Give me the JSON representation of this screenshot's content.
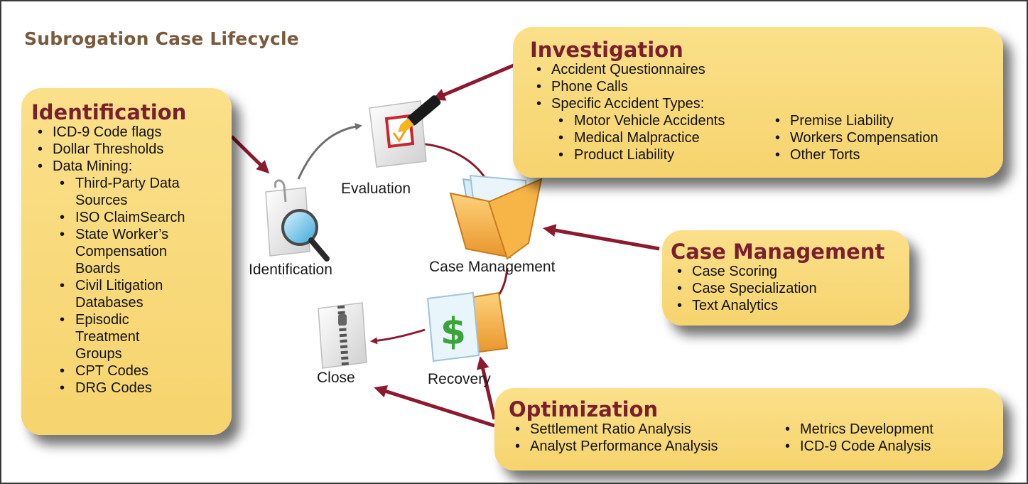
{
  "title": "Subrogation Case Lifecycle",
  "colors": {
    "title": "#7a5a3c",
    "heading": "#7a1f2e",
    "box": "#f8d878",
    "arrow": "#8b1a2e",
    "cycle_arrow": "#707070"
  },
  "nodes": {
    "evaluation": {
      "label": "Evaluation",
      "icon": "checklist-pen-icon"
    },
    "identification": {
      "label": "Identification",
      "icon": "magnifier-document-icon"
    },
    "case_management": {
      "label": "Case Management",
      "icon": "open-folder-icon"
    },
    "recovery": {
      "label": "Recovery",
      "icon": "dollar-folder-icon"
    },
    "close": {
      "label": "Close",
      "icon": "zipper-document-icon"
    }
  },
  "boxes": {
    "identification": {
      "heading": "Identification",
      "items": [
        "ICD-9 Code flags",
        "Dollar Thresholds",
        "Data Mining:"
      ],
      "subitems": [
        "Third-Party Data Sources",
        "ISO ClaimSearch",
        "State Worker’s Compensation Boards",
        "Civil Litigation Databases",
        "Episodic Treatment Groups",
        "CPT Codes",
        "DRG Codes"
      ]
    },
    "investigation": {
      "heading": "Investigation",
      "items": [
        "Accident Questionnaires",
        "Phone Calls",
        "Specific Accident Types:"
      ],
      "subitems_left": [
        "Motor Vehicle Accidents",
        "Medical Malpractice",
        "Product Liability"
      ],
      "subitems_right": [
        "Premise Liability",
        "Workers Compensation",
        "Other Torts"
      ]
    },
    "case_management": {
      "heading": "Case Management",
      "items": [
        "Case Scoring",
        "Case Specialization",
        "Text Analytics"
      ]
    },
    "optimization": {
      "heading": "Optimization",
      "items_left": [
        "Settlement Ratio Analysis",
        "Analyst Performance Analysis"
      ],
      "items_right": [
        "Metrics Development",
        "ICD-9 Code Analysis"
      ]
    }
  }
}
